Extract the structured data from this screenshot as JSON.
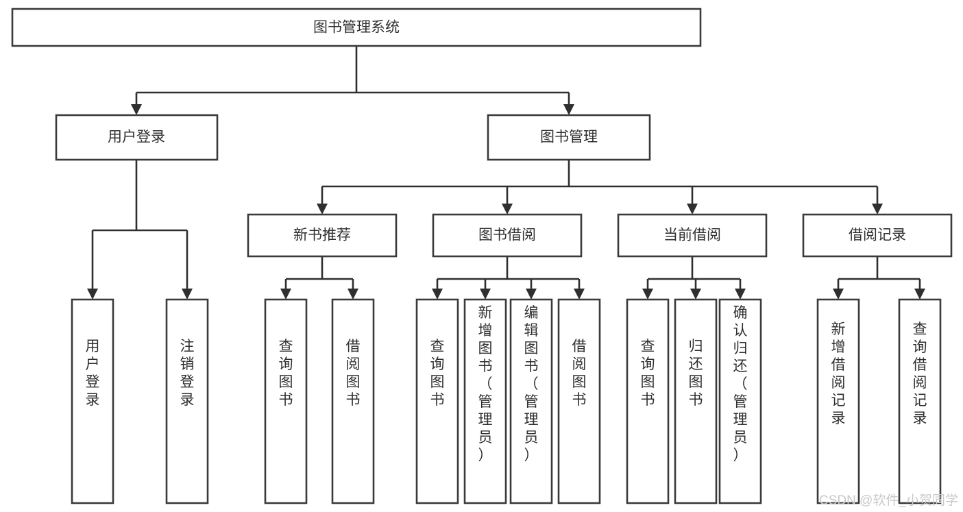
{
  "diagram": {
    "type": "tree-hierarchy",
    "title": "图书管理系统",
    "orientation": "top-down",
    "root": {
      "id": "root",
      "label": "图书管理系统",
      "level": 0
    },
    "level1": [
      {
        "id": "user-login",
        "label": "用户登录"
      },
      {
        "id": "book-management",
        "label": "图书管理"
      }
    ],
    "level2": [
      {
        "id": "new-book-recommend",
        "label": "新书推荐",
        "parent": "book-management"
      },
      {
        "id": "book-borrow",
        "label": "图书借阅",
        "parent": "book-management"
      },
      {
        "id": "current-borrow",
        "label": "当前借阅",
        "parent": "book-management"
      },
      {
        "id": "borrow-record",
        "label": "借阅记录",
        "parent": "book-management"
      }
    ],
    "leaves": [
      {
        "id": "leaf-user-login",
        "label": "用户登录",
        "parent": "user-login"
      },
      {
        "id": "leaf-logout-login",
        "label": "注销登录",
        "parent": "user-login"
      },
      {
        "id": "leaf-query-book-1",
        "label": "查询图书",
        "parent": "new-book-recommend"
      },
      {
        "id": "leaf-borrow-book-1",
        "label": "借阅图书",
        "parent": "new-book-recommend"
      },
      {
        "id": "leaf-query-book-2",
        "label": "查询图书",
        "parent": "book-borrow"
      },
      {
        "id": "leaf-add-book",
        "label": "新增图书（管理员）",
        "parent": "book-borrow"
      },
      {
        "id": "leaf-edit-book",
        "label": "编辑图书（管理员）",
        "parent": "book-borrow"
      },
      {
        "id": "leaf-borrow-book-2",
        "label": "借阅图书",
        "parent": "book-borrow"
      },
      {
        "id": "leaf-query-book-3",
        "label": "查询图书",
        "parent": "current-borrow"
      },
      {
        "id": "leaf-return-book",
        "label": "归还图书",
        "parent": "current-borrow"
      },
      {
        "id": "leaf-confirm-return",
        "label": "确认归还（管理员）",
        "parent": "current-borrow"
      },
      {
        "id": "leaf-add-record",
        "label": "新增借阅记录",
        "parent": "borrow-record"
      },
      {
        "id": "leaf-query-record",
        "label": "查询借阅记录",
        "parent": "borrow-record"
      }
    ],
    "colors": {
      "box_stroke": "#3a3a3a",
      "box_fill": "#ffffff",
      "edge": "#2f2f2f",
      "text": "#2f2f2f",
      "watermark": "#c9c9c9",
      "background": "#ffffff"
    }
  },
  "watermark": {
    "text": "CSDN @软件_小贺同学"
  }
}
